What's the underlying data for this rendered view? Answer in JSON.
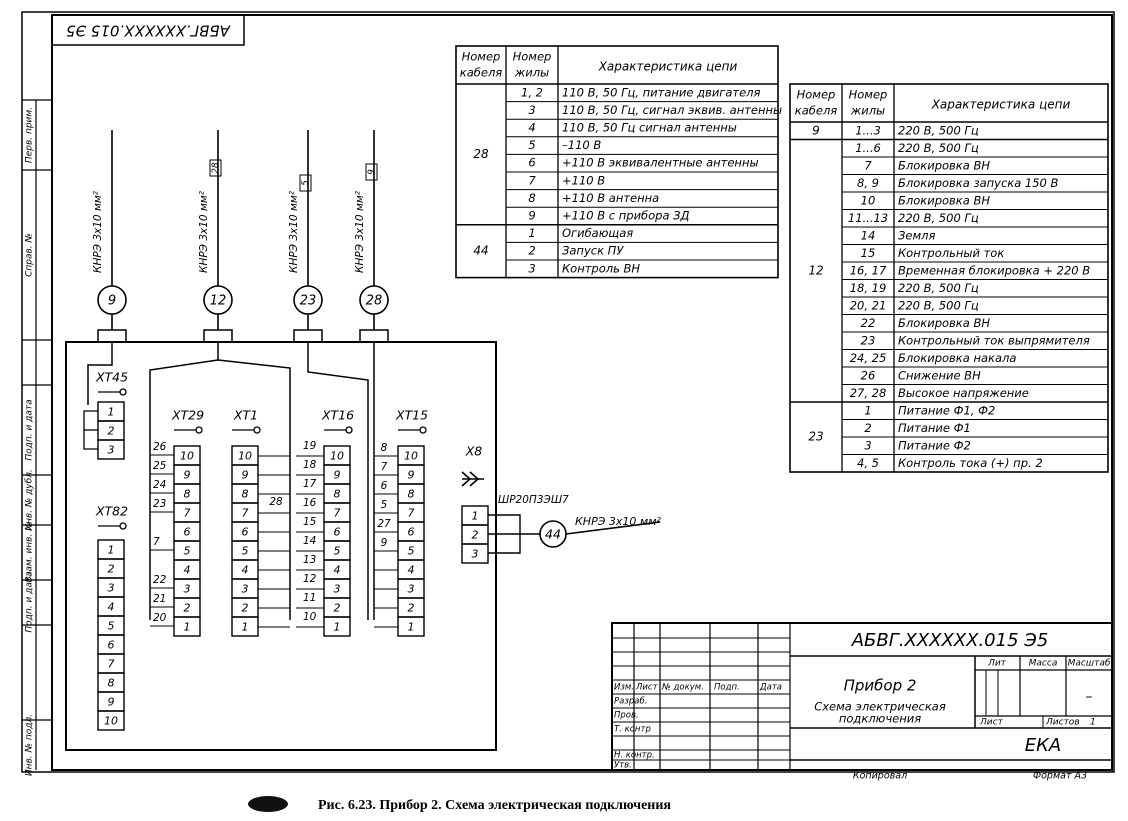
{
  "stamp": {
    "doc_code": "АБВГ.XXXXXX.015 Э5",
    "doc_code_rotated": "АБВГ.XXXXXX.015 Э5",
    "title_line1": "Прибор 2",
    "title_line2": "Схема электрическая",
    "title_line3": "подключения",
    "lit": "Лит",
    "massa": "Масса",
    "masshtab": "Масштаб",
    "scale_value": "–",
    "list": "Лист",
    "listov": "Листов",
    "listov_value": "1",
    "org": "ЕКА",
    "kopiroval": "Копировал",
    "format": "Формат А3",
    "col_izm": "Изм.",
    "col_list": "Лист",
    "col_ndokum": "№ докум.",
    "col_podp": "Подп.",
    "col_data": "Дата",
    "role_razrab": "Разраб.",
    "role_prov": "Пров.",
    "role_tkontr": "Т. контр",
    "role_nkontr": "Н. контр.",
    "role_utv": "Утв."
  },
  "side_labels": [
    "Перв. прим.",
    "Справ. №",
    "Подп. и дата",
    "Инв. № дубл.",
    "Взам. инв. №",
    "Подп. и дата",
    "Инв. № подл."
  ],
  "table_left": {
    "headers": [
      "Номер кабеля",
      "Номер жилы",
      "Характеристика цепи"
    ],
    "groups": [
      {
        "cable": "28",
        "rows": [
          [
            "1, 2",
            "110 В, 50 Гц, питание двигателя"
          ],
          [
            "3",
            "110 В, 50 Гц, сигнал эквив. антенны"
          ],
          [
            "4",
            "110 В, 50 Гц сигнал антенны"
          ],
          [
            "5",
            "–110 В"
          ],
          [
            "6",
            "+110 В эквивалентные антенны"
          ],
          [
            "7",
            "+110 В"
          ],
          [
            "8",
            "+110 В антенна"
          ],
          [
            "9",
            "+110 В с прибора ЗД"
          ]
        ]
      },
      {
        "cable": "44",
        "rows": [
          [
            "1",
            "Огибающая"
          ],
          [
            "2",
            "Запуск ПУ"
          ],
          [
            "3",
            "Контроль ВН"
          ]
        ]
      }
    ]
  },
  "table_right": {
    "headers": [
      "Номер кабеля",
      "Номер жилы",
      "Характеристика цепи"
    ],
    "groups": [
      {
        "cable": "9",
        "rows": [
          [
            "1...3",
            "220 В, 500 Гц"
          ]
        ]
      },
      {
        "cable": "12",
        "rows": [
          [
            "1...6",
            "220 В, 500 Гц"
          ],
          [
            "7",
            "Блокировка ВН"
          ],
          [
            "8, 9",
            "Блокировка запуска 150 В"
          ],
          [
            "10",
            "Блокировка ВН"
          ],
          [
            "11...13",
            "220 В, 500 Гц"
          ],
          [
            "14",
            "Земля"
          ],
          [
            "15",
            "Контрольный ток"
          ],
          [
            "16, 17",
            "Временная блокировка + 220 В"
          ],
          [
            "18, 19",
            "220 В, 500 Гц"
          ],
          [
            "20, 21",
            "220 В, 500 Гц"
          ],
          [
            "22",
            "Блокировка ВН"
          ],
          [
            "23",
            "Контрольный ток выпрямителя"
          ],
          [
            "24, 25",
            "Блокировка накала"
          ],
          [
            "26",
            "Снижение ВН"
          ],
          [
            "27, 28",
            "Высокое напряжение"
          ]
        ]
      },
      {
        "cable": "23",
        "rows": [
          [
            "1",
            "Питание Ф1, Ф2"
          ],
          [
            "2",
            "Питание Ф1"
          ],
          [
            "3",
            "Питание Ф2"
          ],
          [
            "4, 5",
            "Контроль тока (+) пр. 2"
          ]
        ]
      }
    ]
  },
  "cables": [
    {
      "num": "9",
      "label": "КНРЭ 3х10 мм²",
      "tag": ""
    },
    {
      "num": "12",
      "label": "КНРЭ 3х10 мм²",
      "tag": "28"
    },
    {
      "num": "23",
      "label": "КНРЭ 3х10 мм²",
      "tag": "5"
    },
    {
      "num": "28",
      "label": "КНРЭ 3х10 мм²",
      "tag": "9"
    }
  ],
  "connectors": {
    "xt45": {
      "name": "XT45",
      "pins": [
        "1",
        "2",
        "3"
      ]
    },
    "xt82": {
      "name": "XT82",
      "pins": [
        "1",
        "2",
        "3",
        "4",
        "5",
        "6",
        "7",
        "8",
        "9",
        "10"
      ]
    },
    "xt29": {
      "name": "XT29",
      "pins": [
        "10",
        "9",
        "8",
        "7",
        "6",
        "5",
        "4",
        "3",
        "2",
        "1"
      ],
      "wires": [
        "26",
        "25",
        "24",
        "23",
        "7",
        "22",
        "21",
        "20"
      ]
    },
    "xt1": {
      "name": "XT1",
      "pins": [
        "10",
        "9",
        "8",
        "7",
        "6",
        "5",
        "4",
        "3",
        "2",
        "1"
      ],
      "wire": "28"
    },
    "xt16": {
      "name": "XT16",
      "pins": [
        "10",
        "9",
        "8",
        "7",
        "6",
        "5",
        "4",
        "3",
        "2",
        "1"
      ],
      "wires": [
        "19",
        "18",
        "17",
        "16",
        "15",
        "14",
        "13",
        "12",
        "11",
        "10"
      ]
    },
    "xt15": {
      "name": "XT15",
      "pins": [
        "10",
        "9",
        "8",
        "7",
        "6",
        "5",
        "4",
        "3",
        "2",
        "1"
      ],
      "wires": [
        "8",
        "7",
        "6",
        "5",
        "27",
        "9"
      ]
    },
    "x8": {
      "name": "X8",
      "type": "ШР20П3ЭШ7",
      "pins": [
        "1",
        "2",
        "3"
      ],
      "cable_num": "44",
      "cable_label": "КНРЭ 3х10 мм²"
    }
  },
  "caption": "Рис. 6.23. Прибор 2. Схема электрическая подключения"
}
